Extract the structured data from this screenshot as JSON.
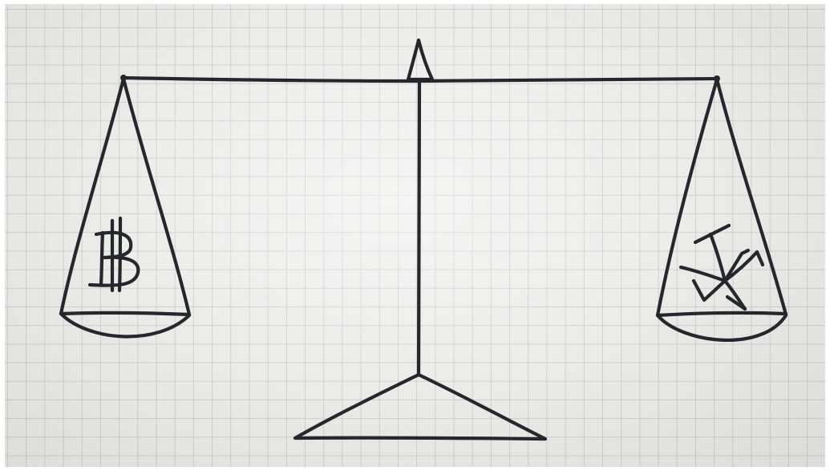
{
  "image": {
    "subject": "balance-scale-sketch",
    "left_pan_symbol": "bitcoin-symbol",
    "right_pan_symbol": "swastika-symbol",
    "ink_color": "#24272c",
    "paper_color": "#e9eae6",
    "grid_color": "#969ba0"
  }
}
